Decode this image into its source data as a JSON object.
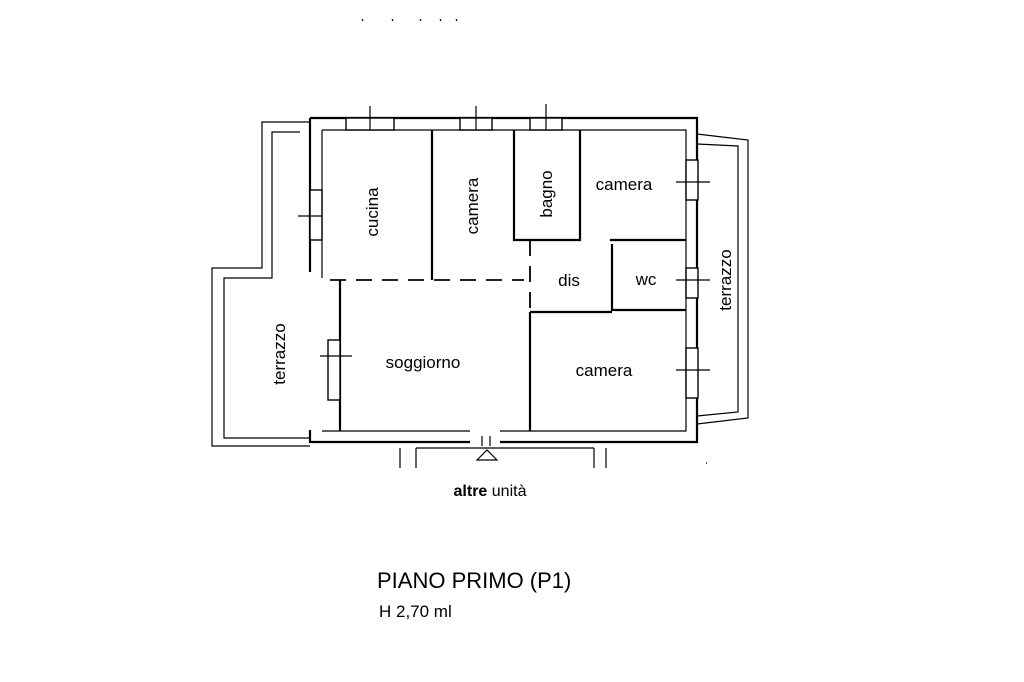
{
  "plan": {
    "rooms": {
      "cucina": "cucina",
      "camera_top": "camera",
      "bagno": "bagno",
      "camera_top_right": "camera",
      "dis": "dis",
      "wc": "wc",
      "soggiorno": "soggiorno",
      "camera_bottom": "camera",
      "terrazzo_left": "terrazzo",
      "terrazzo_right": "terrazzo"
    },
    "other_units": {
      "bold": "altre",
      "regular": " unità"
    }
  },
  "caption": {
    "title": "PIANO PRIMO (P1)",
    "height": "H 2,70 ml"
  }
}
